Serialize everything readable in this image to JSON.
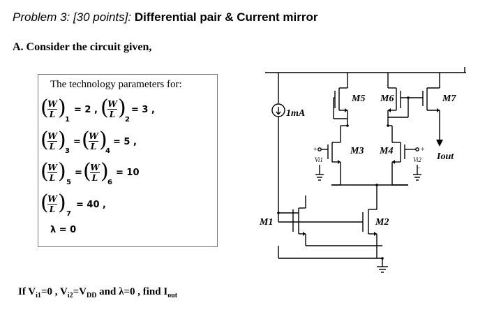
{
  "header": {
    "problem_label": "Problem 3:",
    "points_label": "[30 points]:",
    "topic": "Differential pair & Current mirror"
  },
  "part_a": {
    "text": "A. Consider the circuit given,"
  },
  "tech_box": {
    "title": "The technology parameters for:",
    "w_label": "W",
    "l_label": "L",
    "rows": [
      {
        "subs": [
          "1",
          "2"
        ],
        "values": [
          "= 2 ,",
          "= 3 ,"
        ]
      },
      {
        "subs": [
          "3",
          "4"
        ],
        "values": [
          "=",
          "= 5 ,"
        ]
      },
      {
        "subs": [
          "5",
          "6"
        ],
        "values": [
          "=",
          "= 10"
        ]
      },
      {
        "subs": [
          "7"
        ],
        "values": [
          "= 40 ,"
        ]
      }
    ],
    "lambda": "λ = 0"
  },
  "circuit": {
    "source_label": "1mA",
    "transistors": [
      "M5",
      "M6",
      "M7",
      "M3",
      "M4",
      "M1",
      "M2"
    ],
    "output_label": "Iout",
    "vi1_label": "Vi1",
    "vi2_label": "Vi2",
    "plus": "+",
    "minus": "−"
  },
  "question": {
    "prefix": "If V",
    "i1_sub": "i1",
    "mid1": "=0 , V",
    "i2_sub": "i2",
    "mid2": "=V",
    "dd_sub": "DD",
    "mid3": " and λ=0 , find I",
    "out_sub": "out"
  }
}
